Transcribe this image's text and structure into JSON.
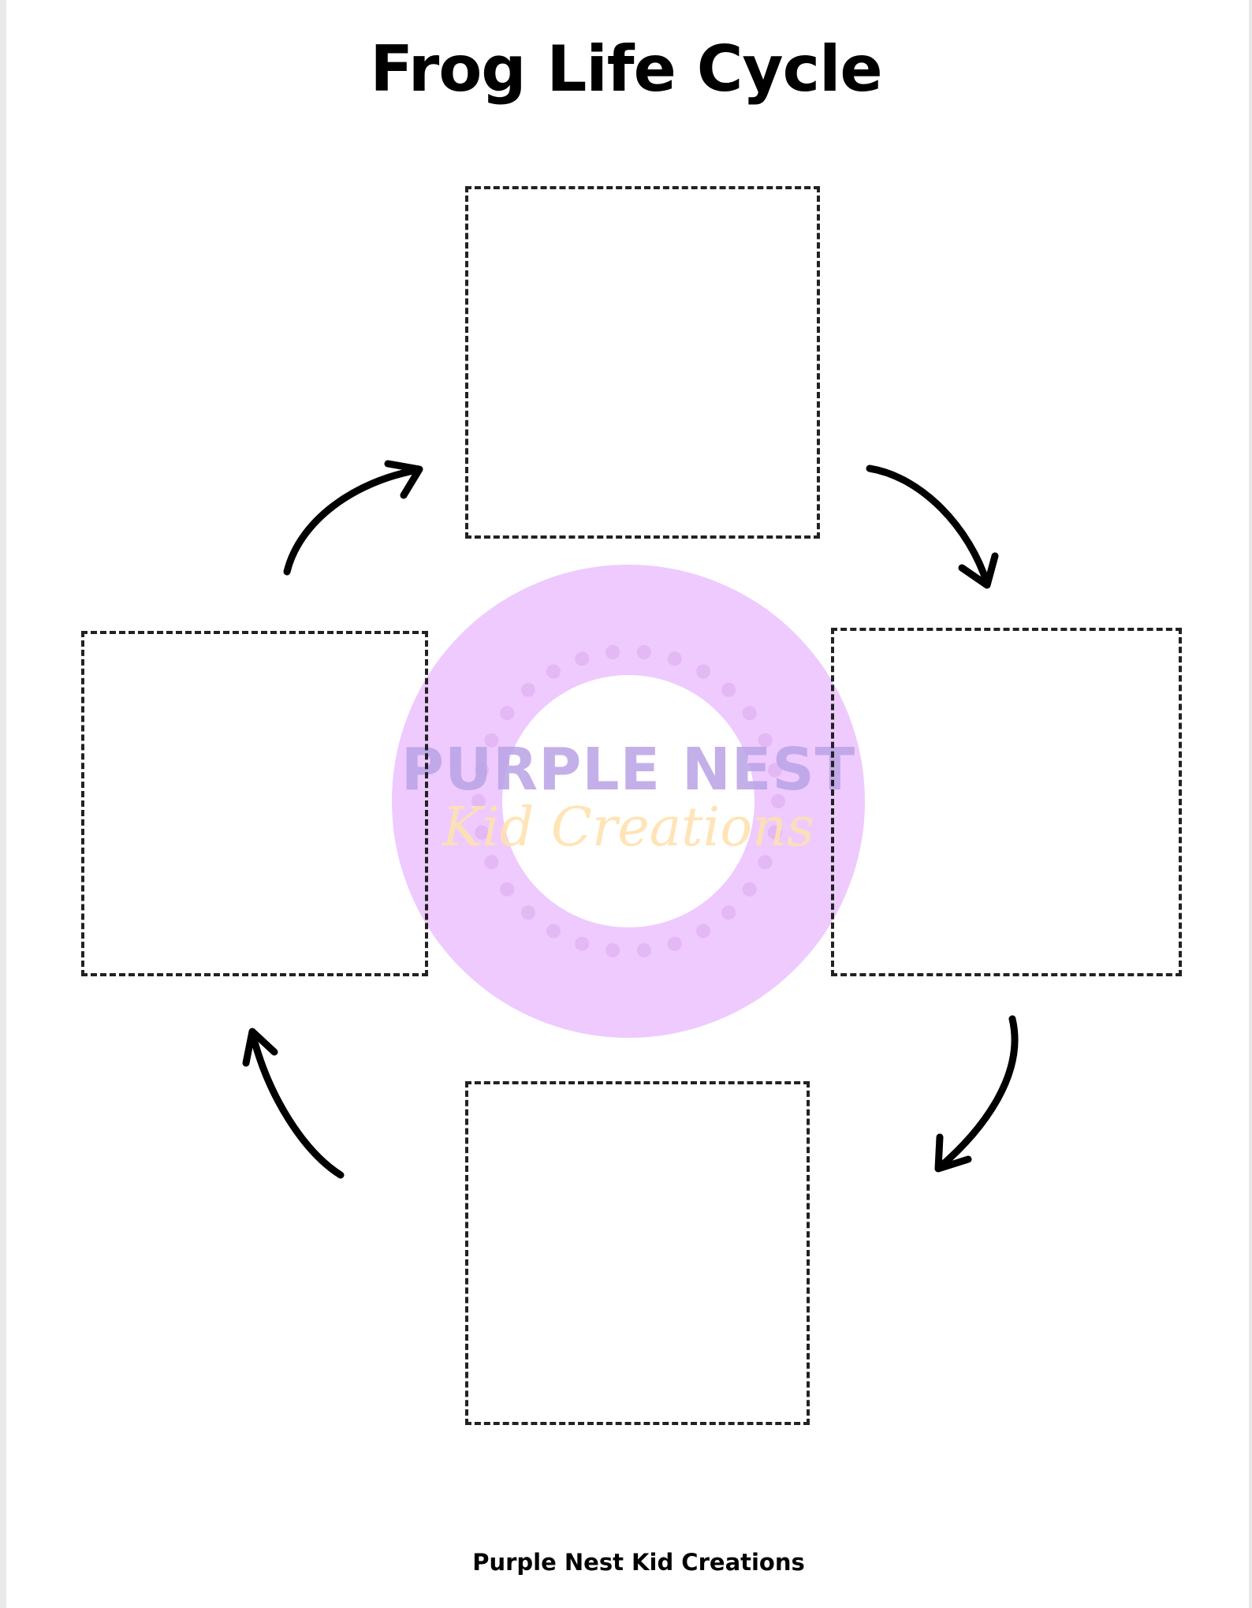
{
  "title": "Frog Life Cycle",
  "footer": "Purple Nest Kid Creations",
  "watermark": {
    "line1": "PURPLE NEST",
    "line2": "Kid Creations",
    "ring_color": "#eecafe",
    "dot_color": "#e3b8f5",
    "line1_color": "#b9a3e6",
    "line2_color": "#ffe2b0"
  },
  "boxes": [
    "top",
    "right",
    "bottom",
    "left"
  ],
  "arrow_color": "#000000",
  "box_border_color": "#222222"
}
